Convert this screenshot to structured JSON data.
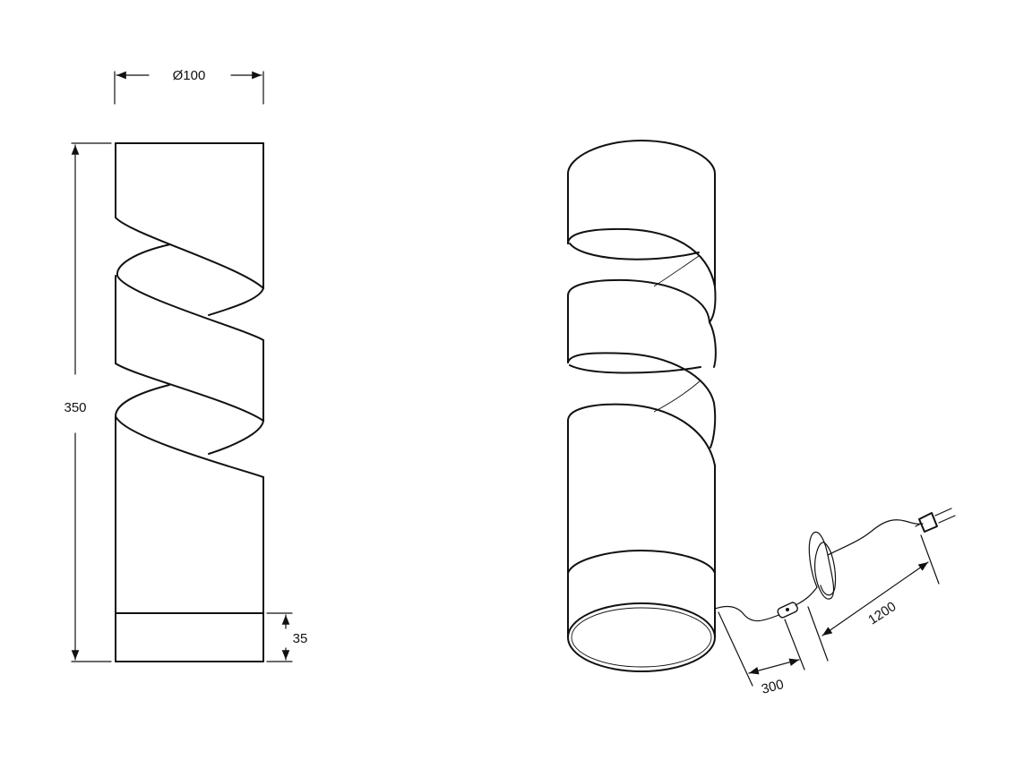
{
  "drawing": {
    "front_view": {
      "diameter_label": "Ø100",
      "height_label": "350",
      "base_label": "35"
    },
    "perspective_view": {
      "switch_cable_label": "300",
      "plug_cable_label": "1200"
    },
    "colors": {
      "line": "#111111",
      "background": "#ffffff"
    }
  }
}
